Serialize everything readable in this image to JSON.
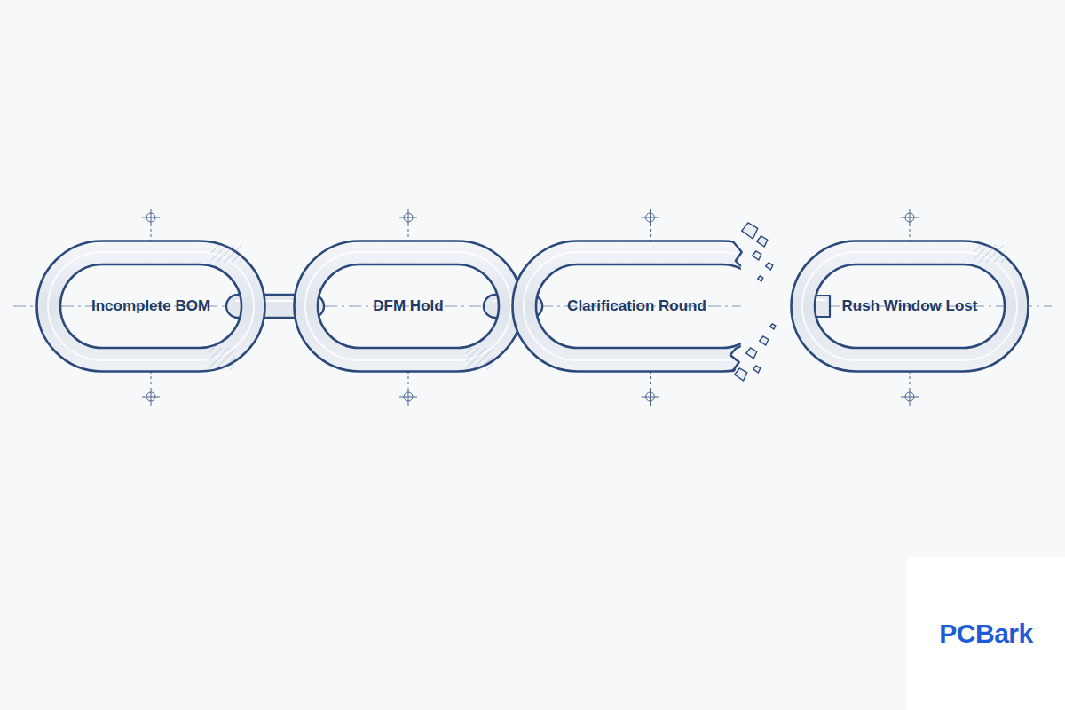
{
  "diagram": {
    "nodes": [
      {
        "text": [
          "Incomplete BOM"
        ]
      },
      {
        "text": [
          "DFM Hold"
        ]
      },
      {
        "text": [
          "Clarification Round"
        ]
      },
      {
        "text": [
          "Rush Window Lost"
        ]
      }
    ],
    "edges": [
      {
        "from": 0,
        "to": 1,
        "arrow": "none"
      },
      {
        "from": 1,
        "to": 2,
        "arrow": "none"
      }
    ],
    "labels": [
      "PCBark"
    ]
  }
}
